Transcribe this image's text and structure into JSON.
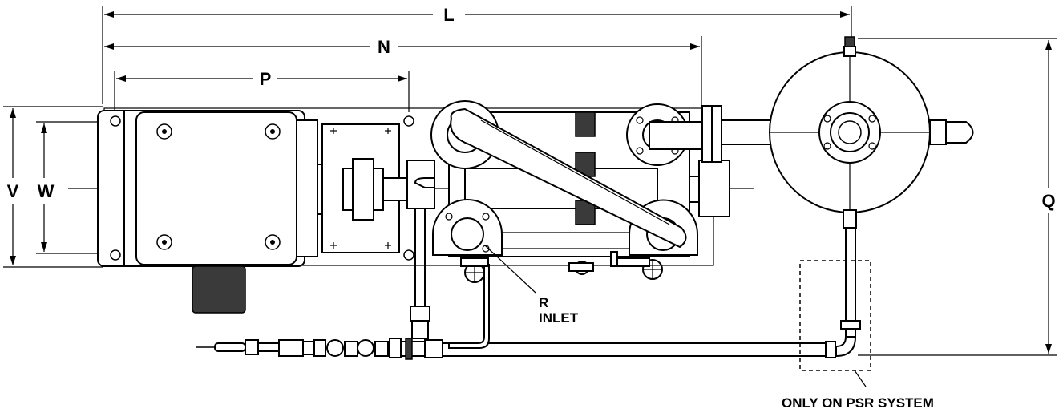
{
  "dimensions": {
    "L": "L",
    "N": "N",
    "P": "P",
    "Q": "Q",
    "V": "V",
    "W": "W"
  },
  "callouts": {
    "inlet_id": "R",
    "inlet_label": "INLET",
    "psr_note": "ONLY ON PSR SYSTEM"
  }
}
